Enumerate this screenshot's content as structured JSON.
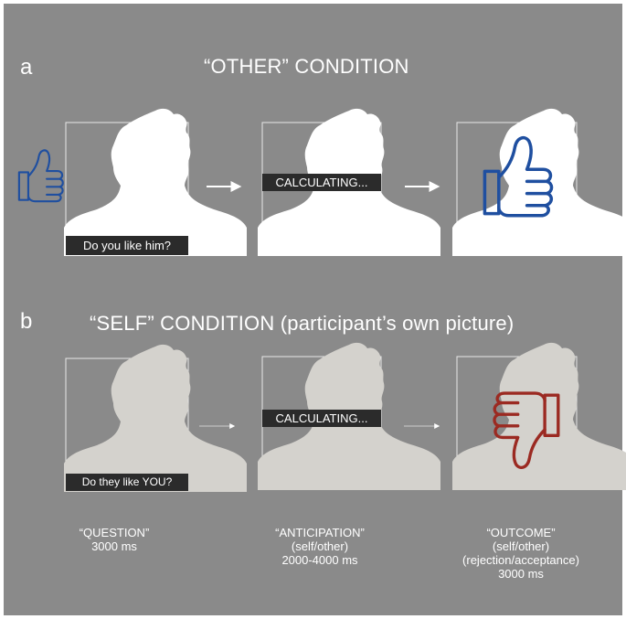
{
  "panel_a": {
    "letter": "a",
    "title": "“OTHER” CONDITION",
    "question_text": "Do you like him?",
    "calculating_text": "CALCULATING...",
    "feedback_icon": "thumbs-up-icon",
    "feedback_color": "#1f4fa0"
  },
  "panel_b": {
    "letter": "b",
    "title": "“SELF” CONDITION (participant’s own picture)",
    "question_text": "Do they like YOU?",
    "calculating_text": "CALCULATING...",
    "feedback_icon": "thumbs-down-icon",
    "feedback_color": "#9b2a22"
  },
  "captions": {
    "question": [
      "“QUESTION”",
      "3000 ms"
    ],
    "anticipation": [
      "“ANTICIPATION”",
      "(self/other)",
      "2000-4000 ms"
    ],
    "outcome": [
      "“OUTCOME”",
      "(self/other)",
      "(rejection/acceptance)",
      "3000 ms"
    ]
  },
  "colors": {
    "background": "#8a8a8a",
    "frame_a": "#ffffff",
    "frame_b": "#8a8a8a",
    "silhouette_a": "#ffffff",
    "silhouette_b": "#d4d2cd",
    "label_bar": "#2b2b2b"
  }
}
